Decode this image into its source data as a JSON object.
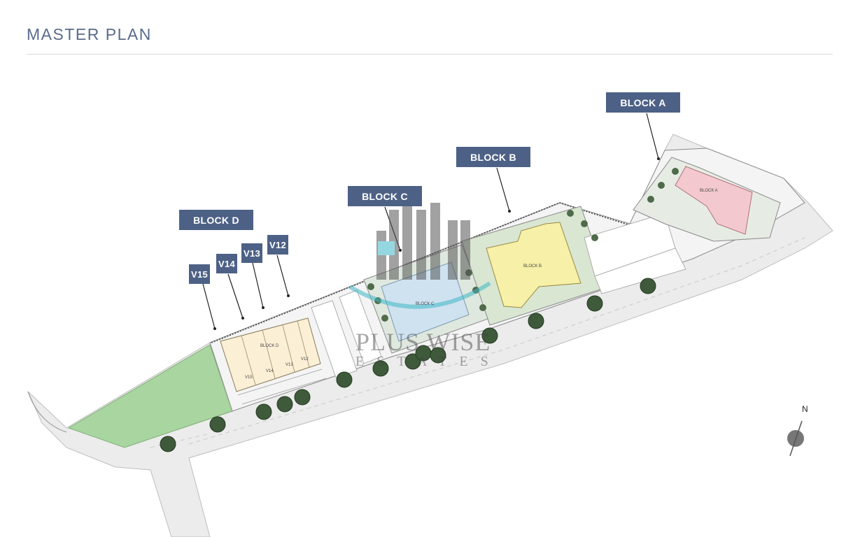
{
  "header": {
    "title": "MASTER PLAN"
  },
  "labels": {
    "block_a": "BLOCK A",
    "block_b": "BLOCK B",
    "block_c": "BLOCK C",
    "block_d": "BLOCK D",
    "v12": "V12",
    "v13": "V13",
    "v14": "V14",
    "v15": "V15"
  },
  "plan_text": {
    "block_a": "BLOCK A",
    "block_b": "BLOCK B",
    "block_c": "BLOCK C",
    "block_d": "BLOCK D",
    "units": [
      "V15",
      "V14",
      "V13",
      "V12"
    ]
  },
  "compass": {
    "north": "N"
  },
  "watermark": {
    "name": "PLUS WISE",
    "sub": "ESTATES"
  },
  "colors": {
    "tag_bg": "#4d6186",
    "title": "#5a6b8c",
    "green_area": "#a9d5a0",
    "block_a": "#f3c9cf",
    "block_b": "#f6f0a8",
    "block_d": "#fbf0d6",
    "pool": "#cfe2f0",
    "tree": "#3e5a3a"
  }
}
